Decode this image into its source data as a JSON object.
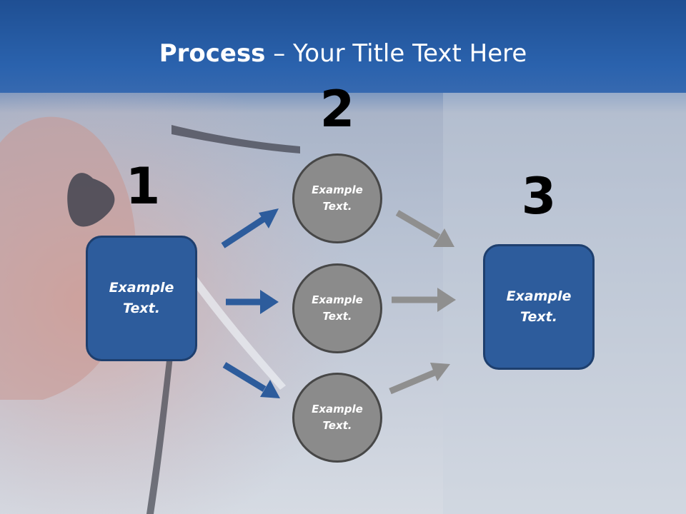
{
  "title": {
    "bold": "Process",
    "rest": " – Your Title Text Here"
  },
  "steps": [
    {
      "number": "1",
      "text": "Example\nText."
    },
    {
      "number": "2",
      "text": "Example\nText."
    },
    {
      "number": "3",
      "text": "Example\nText."
    }
  ],
  "circles": [
    {
      "text": "Example\nText."
    },
    {
      "text": "Example\nText."
    },
    {
      "text": "Example\nText."
    }
  ],
  "colors": {
    "header": "#2a62ad",
    "box": "#2d5c9c",
    "blue_arrow": "#2d5c9c",
    "circle": "#8b8b8b",
    "gray_arrow": "#8f8f8f"
  }
}
